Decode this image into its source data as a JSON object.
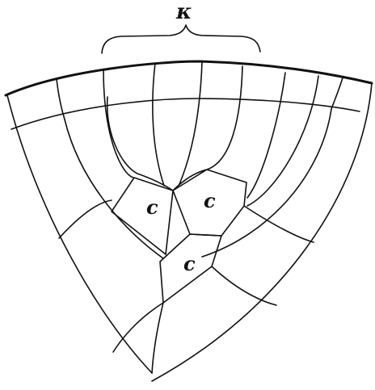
{
  "figure": {
    "labels": {
      "k": "κ",
      "c1": "c",
      "c2": "c",
      "c3": "c"
    },
    "ink_color": "#111111",
    "background_color": "#ffffff"
  }
}
